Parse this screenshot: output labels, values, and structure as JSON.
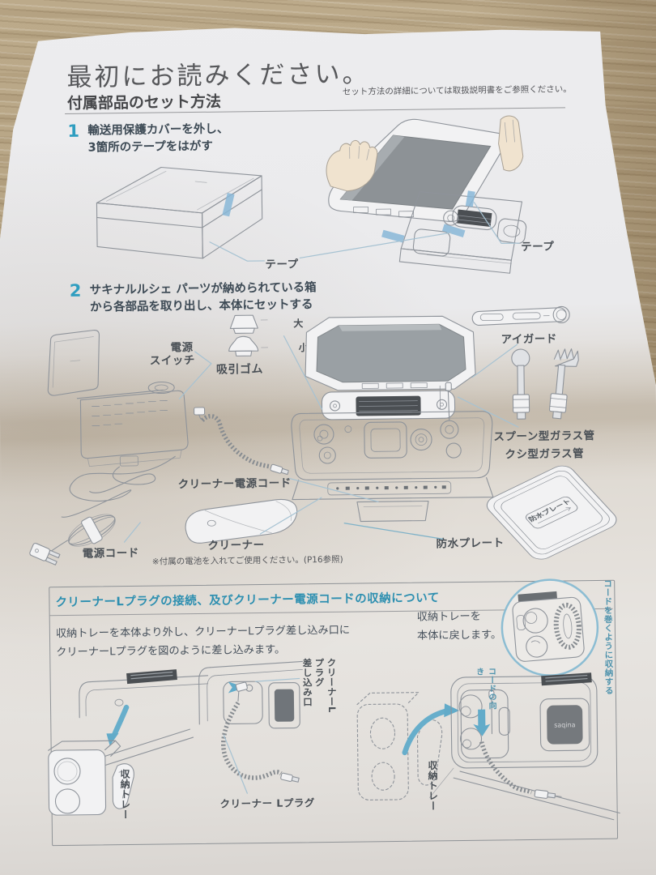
{
  "colors": {
    "accent_teal": "#2f9ec0",
    "heading_teal": "#2d8fb0",
    "paper": "#e9e9eb",
    "wood": "#b3a181",
    "tape_blue": "#88b7d7"
  },
  "header": {
    "title": "最初にお読みください。",
    "subtitle": "付属部品のセット方法",
    "note": "セット方法の詳細については取扱説明書をご参照ください。"
  },
  "steps": {
    "one": {
      "num": "1",
      "line1": "輸送用保護カバーを外し、",
      "line2": "3箇所のテープをはがす"
    },
    "two": {
      "num": "2",
      "line1": "サキナルルシェ パーツが納められている箱",
      "line2": "から各部品を取り出し、本体にセットする"
    }
  },
  "labels": {
    "tape_left": "テープ",
    "tape_right": "テープ",
    "power_switch_line1": "電源",
    "power_switch_line2": "スイッチ",
    "suction_rubber": "吸引ゴム",
    "size_large": "大",
    "size_small": "小",
    "eye_guard": "アイガード",
    "glass_spoon": "スプーン型ガラス管",
    "glass_comb": "クシ型ガラス管",
    "cleaner_power_cord": "クリーナー電源コード",
    "power_cord": "電源コード",
    "cleaner": "クリーナー",
    "battery_note": "※付属の電池を入れてご使用ください。(P16参照)",
    "waterproof_plate": "防水プレート",
    "plate_tag": "防水プレート"
  },
  "bottom": {
    "heading": "クリーナーLプラグの接続、及びクリーナー電源コードの収納について",
    "body_line1": "収納トレーを本体より外し、クリーナーLプラグ差し込み口に",
    "body_line2": "クリーナーLプラグを図のように差し込みます。",
    "right_line1": "収納トレーを",
    "right_line2": "本体に戻します。",
    "wind_note": "コードを巻くように収納する",
    "port_label_line1": "クリーナーL",
    "port_label_line2": "プラグ",
    "port_label_line3": "差し込み口",
    "l_plug": "クリーナー Lプラグ",
    "tray_label_left": "収納トレー",
    "tray_label_right": "収納トレー",
    "cord_direction": "コードの向き",
    "brand": "saqina"
  }
}
